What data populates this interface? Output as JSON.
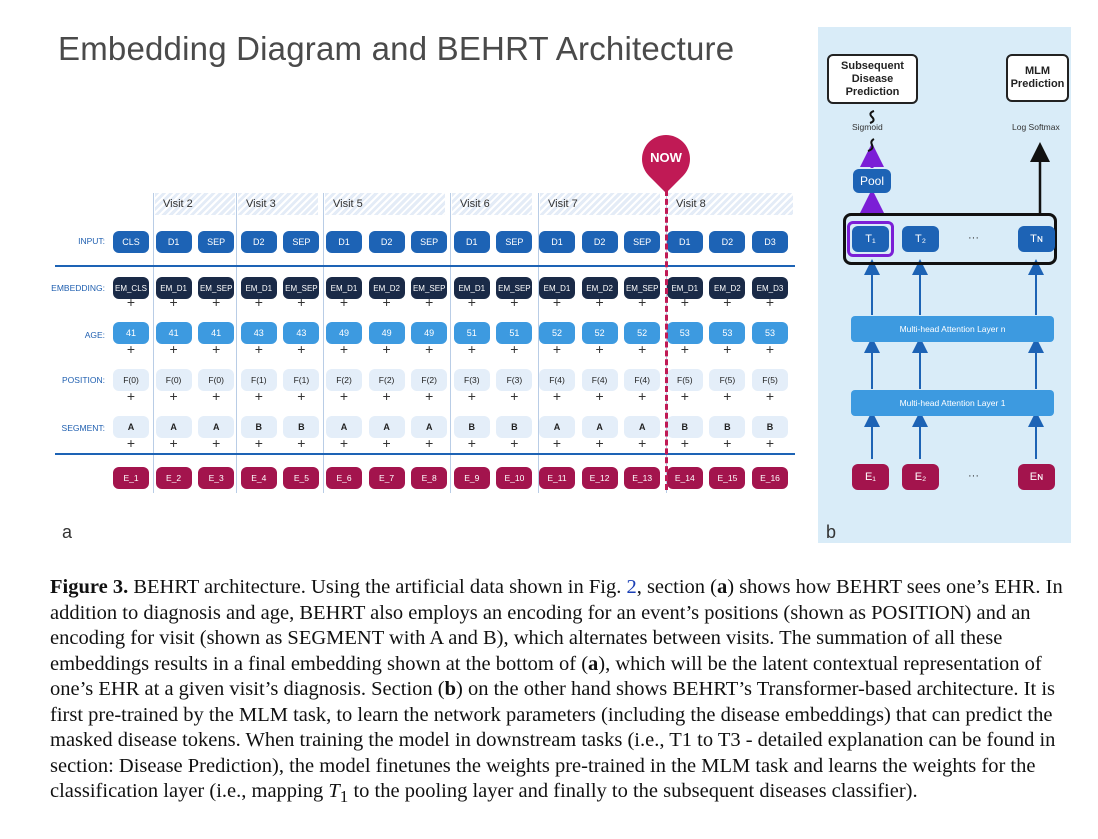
{
  "figure_title": "Embedding Diagram and BEHRT Architecture",
  "panel_a": {
    "label": "a",
    "now_label": "NOW",
    "visits": [
      "Visit 2",
      "Visit 3",
      "Visit 5",
      "Visit 6",
      "Visit 7",
      "Visit 8"
    ],
    "row_labels": {
      "input": "INPUT:",
      "embedding": "EMBEDDING:",
      "age": "AGE:",
      "position": "POSITION:",
      "segment": "SEGMENT:"
    },
    "input": [
      "CLS",
      "D1",
      "SEP",
      "D2",
      "SEP",
      "D1",
      "D2",
      "SEP",
      "D1",
      "SEP",
      "D1",
      "D2",
      "SEP",
      "D1",
      "D2",
      "D3"
    ],
    "embedding": [
      "EM_CLS",
      "EM_D1",
      "EM_SEP",
      "EM_D1",
      "EM_SEP",
      "EM_D1",
      "EM_D2",
      "EM_SEP",
      "EM_D1",
      "EM_SEP",
      "EM_D1",
      "EM_D2",
      "EM_SEP",
      "EM_D1",
      "EM_D2",
      "EM_D3"
    ],
    "age": [
      "41",
      "41",
      "41",
      "43",
      "43",
      "49",
      "49",
      "49",
      "51",
      "51",
      "52",
      "52",
      "52",
      "53",
      "53",
      "53"
    ],
    "position": [
      "F(0)",
      "F(0)",
      "F(0)",
      "F(1)",
      "F(1)",
      "F(2)",
      "F(2)",
      "F(2)",
      "F(3)",
      "F(3)",
      "F(4)",
      "F(4)",
      "F(4)",
      "F(5)",
      "F(5)",
      "F(5)"
    ],
    "segment": [
      "A",
      "A",
      "A",
      "B",
      "B",
      "A",
      "A",
      "A",
      "B",
      "B",
      "A",
      "A",
      "A",
      "B",
      "B",
      "B"
    ],
    "output": [
      "E_1",
      "E_2",
      "E_3",
      "E_4",
      "E_5",
      "E_6",
      "E_7",
      "E_8",
      "E_9",
      "E_10",
      "E_11",
      "E_12",
      "E_13",
      "E_14",
      "E_15",
      "E_16"
    ],
    "plus": "+"
  },
  "panel_b": {
    "label": "b",
    "subsequent_box": "Subsequent Disease Prediction",
    "mlm_box": "MLM Prediction",
    "sigmoid": "Sigmoid",
    "log_softmax": "Log Softmax",
    "pool": "Pool",
    "t_tokens": [
      "T₁",
      "T₂",
      "···",
      "Tɴ"
    ],
    "attn_top": "Multi-head Attention Layer n",
    "attn_bottom": "Multi-head Attention Layer 1",
    "e_tokens": [
      "E₁",
      "E₂",
      "···",
      "Eɴ"
    ]
  },
  "caption": {
    "figure_label": "Figure 3.",
    "text_1": " BEHRT architecture. Using the artificial data shown in Fig. ",
    "fig_ref": "2",
    "text_2": ", section (",
    "a1": "a",
    "text_3": ") shows how BEHRT sees one’s EHR. In addition to diagnosis and age, BEHRT also employs an encoding for an event’s positions (shown as POSITION) and an encoding for visit (shown as SEGMENT with A and B), which alternates between visits. The summation of all these embeddings results in a final embedding shown at the bottom of (",
    "a2": "a",
    "text_4": "), which will be the latent contextual representation of one’s EHR at a given visit’s diagnosis. Section (",
    "b1": "b",
    "text_5": ") on the other hand shows BEHRT’s Transformer-based architecture. It is first pre-trained by the MLM task, to learn the network parameters (including the disease embeddings) that can predict the masked disease tokens. When training the model in downstream tasks (i.e., T1 to T3 - detailed explanation can be found in section: Disease Prediction), the model finetunes the weights pre-trained in the MLM task and learns the weights for the classification layer (i.e., mapping ",
    "t1": "T",
    "t1_sub": "1",
    "text_6": " to the pooling layer and finally to the subsequent diseases classifier)."
  }
}
